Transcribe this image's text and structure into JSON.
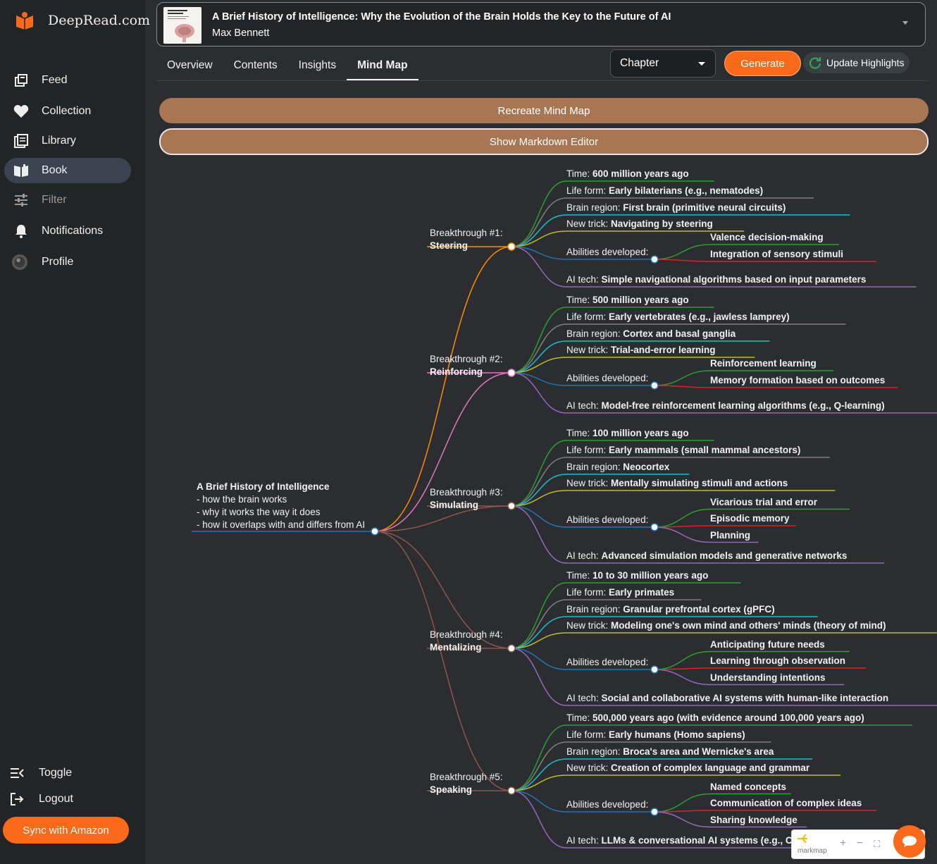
{
  "app": {
    "brand": "DeepRead.com",
    "accent": "#fb6a1a"
  },
  "sidebar": {
    "items": [
      {
        "label": "Feed",
        "icon": "feed-icon"
      },
      {
        "label": "Collection",
        "icon": "heart-icon"
      },
      {
        "label": "Library",
        "icon": "library-icon"
      },
      {
        "label": "Book",
        "icon": "book-icon",
        "active": true
      },
      {
        "label": "Filter",
        "icon": "filter-icon"
      },
      {
        "label": "Notifications",
        "icon": "bell-icon"
      },
      {
        "label": "Profile",
        "icon": "avatar"
      }
    ],
    "toggle": "Toggle",
    "logout": "Logout",
    "sync": "Sync with Amazon"
  },
  "book": {
    "title": "A Brief History of Intelligence: Why the Evolution of the Brain Holds the Key to the Future of AI",
    "author": "Max Bennett"
  },
  "tabs": [
    "Overview",
    "Contents",
    "Insights",
    "Mind Map"
  ],
  "active_tab": "Mind Map",
  "toolbar": {
    "chapter": "Chapter",
    "generate": "Generate",
    "update": "Update Highlights"
  },
  "buttons": {
    "recreate": "Recreate Mind Map",
    "markdown": "Show Markdown Editor"
  },
  "mindmap": {
    "root": {
      "title": "A Brief History of Intelligence",
      "lines": [
        "- how the brain works",
        "- why it works the way it does",
        "- how it overlaps with and differs from AI"
      ]
    },
    "breakthroughs": [
      {
        "label": "Breakthrough #1:",
        "name": "Steering",
        "color": "#ff8c00",
        "time": "600 million years ago",
        "life": "Early bilaterians (e.g., nematodes)",
        "brain": "First brain (primitive neural circuits)",
        "trick": "Navigating by steering",
        "abilities": [
          "Valence decision-making",
          "Integration of sensory stimuli"
        ],
        "ai": "Simple navigational algorithms based on input parameters"
      },
      {
        "label": "Breakthrough #2:",
        "name": "Reinforcing",
        "color": "#e377c2",
        "time": "500 million years ago",
        "life": "Early vertebrates (e.g., jawless lamprey)",
        "brain": "Cortex and basal ganglia",
        "trick": "Trial-and-error learning",
        "abilities": [
          "Reinforcement learning",
          "Memory formation based on outcomes"
        ],
        "ai": "Model-free reinforcement learning algorithms (e.g., Q-learning)"
      },
      {
        "label": "Breakthrough #3:",
        "name": "Simulating",
        "color": "#8c564b",
        "time": "100 million years ago",
        "life": "Early mammals (small mammal ancestors)",
        "brain": "Neocortex",
        "trick": "Mentally simulating stimuli and actions",
        "abilities": [
          "Vicarious trial and error",
          "Episodic memory",
          "Planning"
        ],
        "ai": "Advanced simulation models and generative networks"
      },
      {
        "label": "Breakthrough #4:",
        "name": "Mentalizing",
        "color": "#8c564b",
        "time": "10 to 30 million years ago",
        "life": "Early primates",
        "brain": "Granular prefrontal cortex (gPFC)",
        "trick": "Modeling one's own mind and others' minds (theory of mind)",
        "abilities": [
          "Anticipating future needs",
          "Learning through observation",
          "Understanding intentions"
        ],
        "ai": "Social and collaborative AI systems with human-like interaction"
      },
      {
        "label": "Breakthrough #5:",
        "name": "Speaking",
        "color": "#8c564b",
        "time": "500,000 years ago (with evidence around 100,000 years ago)",
        "life": "Early humans (Homo sapiens)",
        "brain": "Broca's area and Wernicke's area",
        "trick": "Creation of complex language and grammar",
        "abilities": [
          "Named concepts",
          "Communication of complex ideas",
          "Sharing knowledge"
        ],
        "ai": "LLMs & conversational AI systems (e.g., Ch"
      }
    ],
    "prefixes": {
      "time": "Time: ",
      "life": "Life form: ",
      "brain": "Brain region: ",
      "trick": "New trick: ",
      "abilities": "Abilities developed:",
      "ai": "AI tech: "
    }
  },
  "markmap": {
    "brand": "markmap"
  }
}
